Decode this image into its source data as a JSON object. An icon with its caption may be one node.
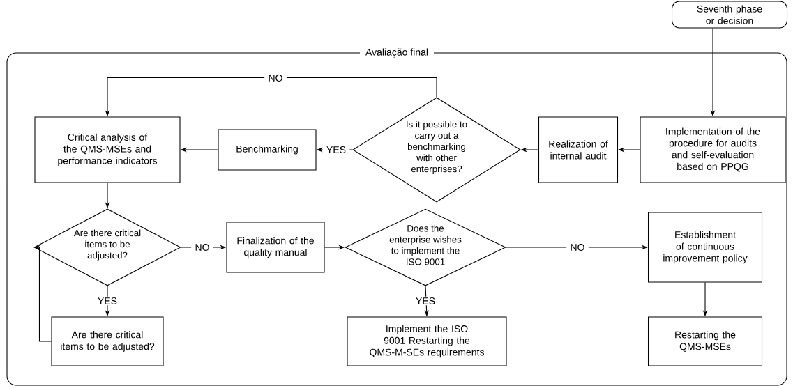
{
  "diagram": {
    "nodes": [
      {
        "text": [
          "Seventh phase or decision"
        ]
      },
      {
        "text": [
          "Avaliação final"
        ]
      },
      {
        "text": [
          "Implementation of the procedure for audits and self-evaluation based on PPQG"
        ],
        "in": 1
      },
      {
        "text": [
          "Realization of internal audit"
        ],
        "in": 1
      },
      {
        "text": [
          "Is it possible to carry out a benchmarking with other enterprises?"
        ],
        "in": 1
      },
      {
        "text": [
          "Benchmarking"
        ],
        "in": 1
      },
      {
        "text": [
          "Critical analysis of the QMS-MSEs and performance indicators"
        ],
        "in": 1
      },
      {
        "text": [
          "Are there critical items to be adjusted?"
        ],
        "in": 1
      },
      {
        "text": [
          "Finalization of the quality manual"
        ],
        "in": 1
      },
      {
        "text": [
          "Does the enterprise wishes to implement the ISO 9001"
        ],
        "in": 1
      },
      {
        "text": [
          "Establishment of continuous improvement policy"
        ],
        "in": 1
      },
      {
        "text": [
          "Are there critical items to be adjusted?"
        ],
        "in": 1
      },
      {
        "text": [
          "Implement the ISO 9001 Restarting the QMS-M-SEs requirements"
        ],
        "in": 1
      },
      {
        "text": [
          "Restarting the QMS-MSEs"
        ],
        "in": 1
      }
    ],
    "edges": [
      {
        "from": 0,
        "to": 2,
        "arrow": "to"
      },
      {
        "from": 2,
        "to": 3,
        "arrow": "to"
      },
      {
        "from": 3,
        "to": 4,
        "arrow": "to"
      },
      {
        "from": 4,
        "to": 5,
        "arrow": "to",
        "label": "YES"
      },
      {
        "from": 5,
        "to": 6,
        "arrow": "to"
      },
      {
        "from": 4,
        "to": 6,
        "arrow": "to",
        "label": "NO"
      },
      {
        "from": 6,
        "to": 7,
        "arrow": "to"
      },
      {
        "from": 7,
        "to": 8,
        "arrow": "to",
        "label": "NO"
      },
      {
        "from": 7,
        "to": 11,
        "arrow": "to",
        "label": "YES"
      },
      {
        "from": 11,
        "to": 7,
        "arrow": "to"
      },
      {
        "from": 8,
        "to": 9,
        "arrow": "to"
      },
      {
        "from": 9,
        "to": 10,
        "arrow": "to",
        "label": "NO"
      },
      {
        "from": 9,
        "to": 12,
        "arrow": "to",
        "label": "YES"
      },
      {
        "from": 10,
        "to": 13,
        "arrow": "to"
      }
    ]
  }
}
